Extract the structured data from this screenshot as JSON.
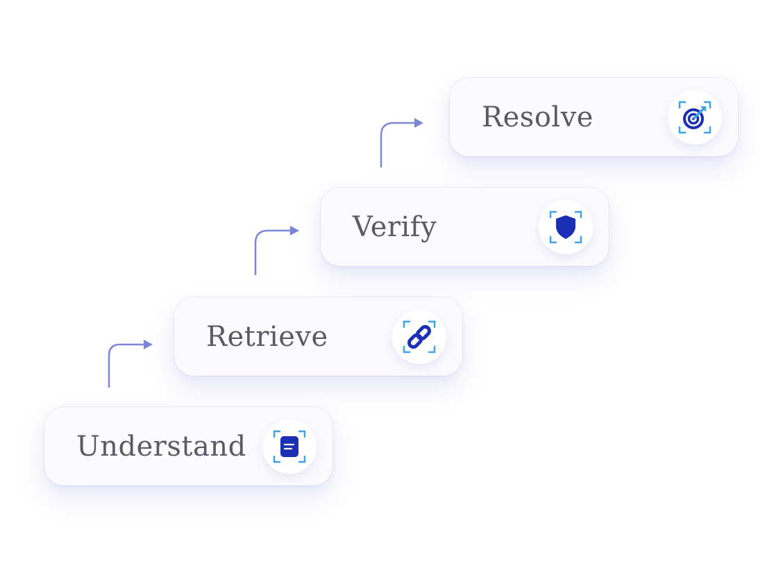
{
  "steps": [
    {
      "label": "Understand",
      "icon": "document-icon"
    },
    {
      "label": "Retrieve",
      "icon": "link-icon"
    },
    {
      "label": "Verify",
      "icon": "shield-icon"
    },
    {
      "label": "Resolve",
      "icon": "target-icon"
    }
  ],
  "colors": {
    "card_bg": "#fbfbfe",
    "label_text": "#595a66",
    "icon_dark": "#1a2fb4",
    "icon_light": "#3fa1e8",
    "connector": "#7b86d8"
  }
}
